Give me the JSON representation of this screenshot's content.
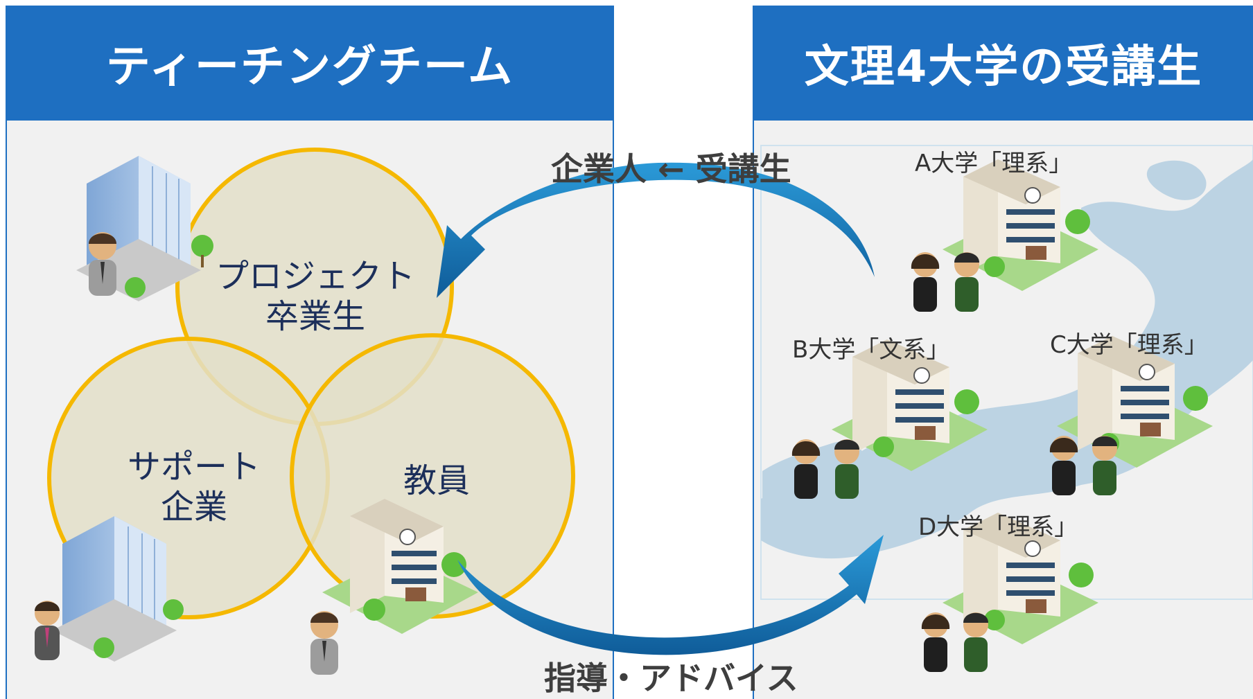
{
  "team_panel": {
    "title": "ティーチングチーム"
  },
  "students_panel": {
    "title": "文理4大学の受講生"
  },
  "venn": {
    "project": {
      "line1": "プロジェクト",
      "line2": "卒業生"
    },
    "support": {
      "line1": "サポート",
      "line2": "企業"
    },
    "faculty": {
      "label": "教員"
    }
  },
  "flows": {
    "feedback_label": "企業人 ← 受講生",
    "guidance_label": "指導・アドバイス"
  },
  "universities": [
    {
      "label": "A大学「理系」"
    },
    {
      "label": "B大学「文系」"
    },
    {
      "label": "C大学「理系」"
    },
    {
      "label": "D大学「理系」"
    }
  ],
  "colors": {
    "header_blue": "#1e6fc1",
    "venn_ring": "#f5b800",
    "venn_fill": "#e3dfc9",
    "arrow_blue": "#1576b8",
    "panel_bg": "#f1f1f1",
    "map_land": "#bcd3e3"
  },
  "icons": [
    "office-building-icon",
    "businessperson-icon",
    "school-building-icon",
    "student-icon",
    "tree-icon",
    "japan-map-icon"
  ]
}
